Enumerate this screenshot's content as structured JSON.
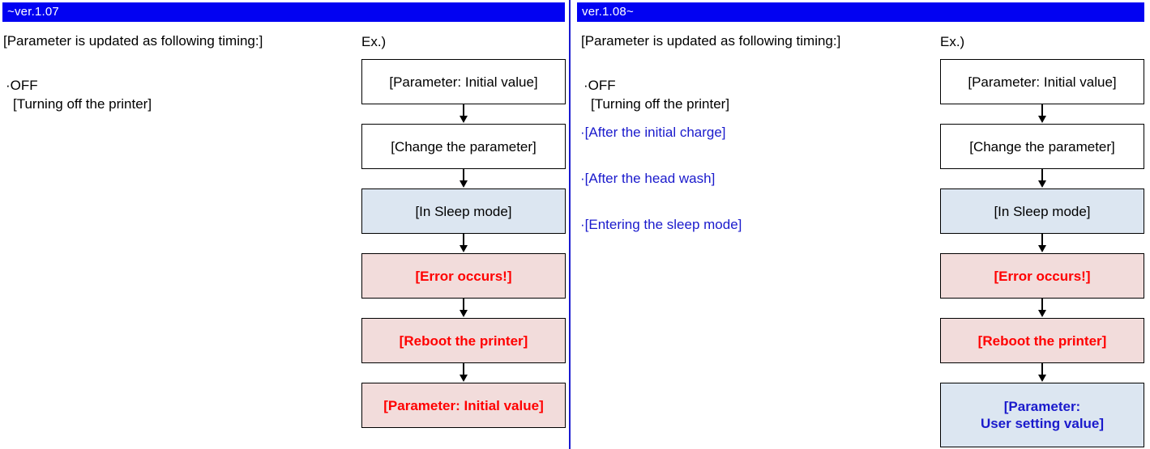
{
  "colors": {
    "header_bg": "#0202f2",
    "header_text": "#ffffff",
    "divider_blue": "#1a1ad0",
    "sleep_fill": "#dce6f1",
    "error_fill": "#f2dcdb",
    "user_fill": "#dce6f1",
    "error_text": "#ff0000",
    "blue_text": "#1a1acc",
    "box_border": "#000000"
  },
  "left": {
    "header": "~ver.1.07",
    "intro": "[Parameter is updated as following timing:]",
    "bullet_off": "·OFF",
    "bullet_off_sub": "[Turning off the printer]",
    "ex_label": "Ex.)",
    "flow": [
      {
        "label": "[Parameter: Initial value]",
        "type": "normal"
      },
      {
        "label": "[Change the parameter]",
        "type": "normal"
      },
      {
        "label": "[In Sleep mode]",
        "type": "sleep"
      },
      {
        "label": "[Error occurs!]",
        "type": "error"
      },
      {
        "label": "[Reboot the printer]",
        "type": "error"
      },
      {
        "label": "[Parameter: Initial value]",
        "type": "error"
      }
    ]
  },
  "right": {
    "header": "ver.1.08~",
    "intro": "[Parameter is updated as following timing:]",
    "bullet_off": "·OFF",
    "bullet_off_sub": "[Turning off the printer]",
    "bullets_blue": [
      "·[After the initial charge]",
      "·[After the head wash]",
      "·[Entering the sleep mode]"
    ],
    "ex_label": "Ex.)",
    "flow": [
      {
        "label": "[Parameter: Initial value]",
        "type": "normal"
      },
      {
        "label": "[Change the parameter]",
        "type": "normal"
      },
      {
        "label": "[In Sleep mode]",
        "type": "sleep"
      },
      {
        "label": "[Error occurs!]",
        "type": "error"
      },
      {
        "label": "[Reboot the printer]",
        "type": "error"
      },
      {
        "label": "[Parameter:\nUser setting value]",
        "type": "user"
      }
    ]
  }
}
